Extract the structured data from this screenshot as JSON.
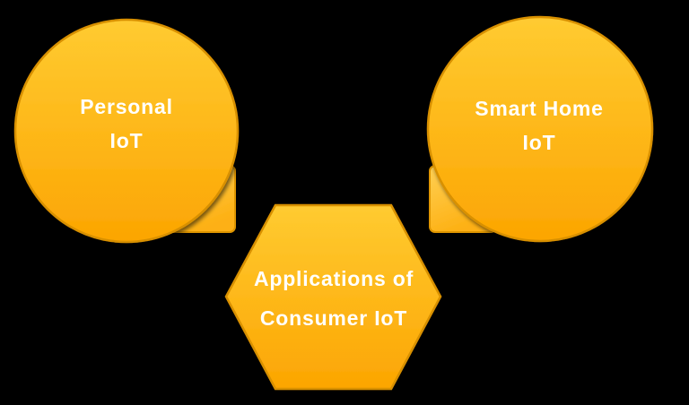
{
  "diagram": {
    "title_semantic": "Applications of Consumer IoT diagram",
    "hexagon": {
      "line1": "Applications of",
      "line2": "Consumer IoT"
    },
    "personal_circle": {
      "line1": "Personal",
      "line2": "IoT"
    },
    "smart_home_circle": {
      "line1": "Smart Home",
      "line2": "IoT"
    }
  },
  "colors": {
    "background": "#000000",
    "shape_gradient_top": "#FFCB31",
    "shape_gradient_bottom": "#FCA502",
    "square_gradient_top": "#FFD054",
    "square_gradient_bottom": "#FDB013",
    "outline": "#D89000",
    "square_outline": "#DE9500",
    "text": "#FFFFFF"
  }
}
